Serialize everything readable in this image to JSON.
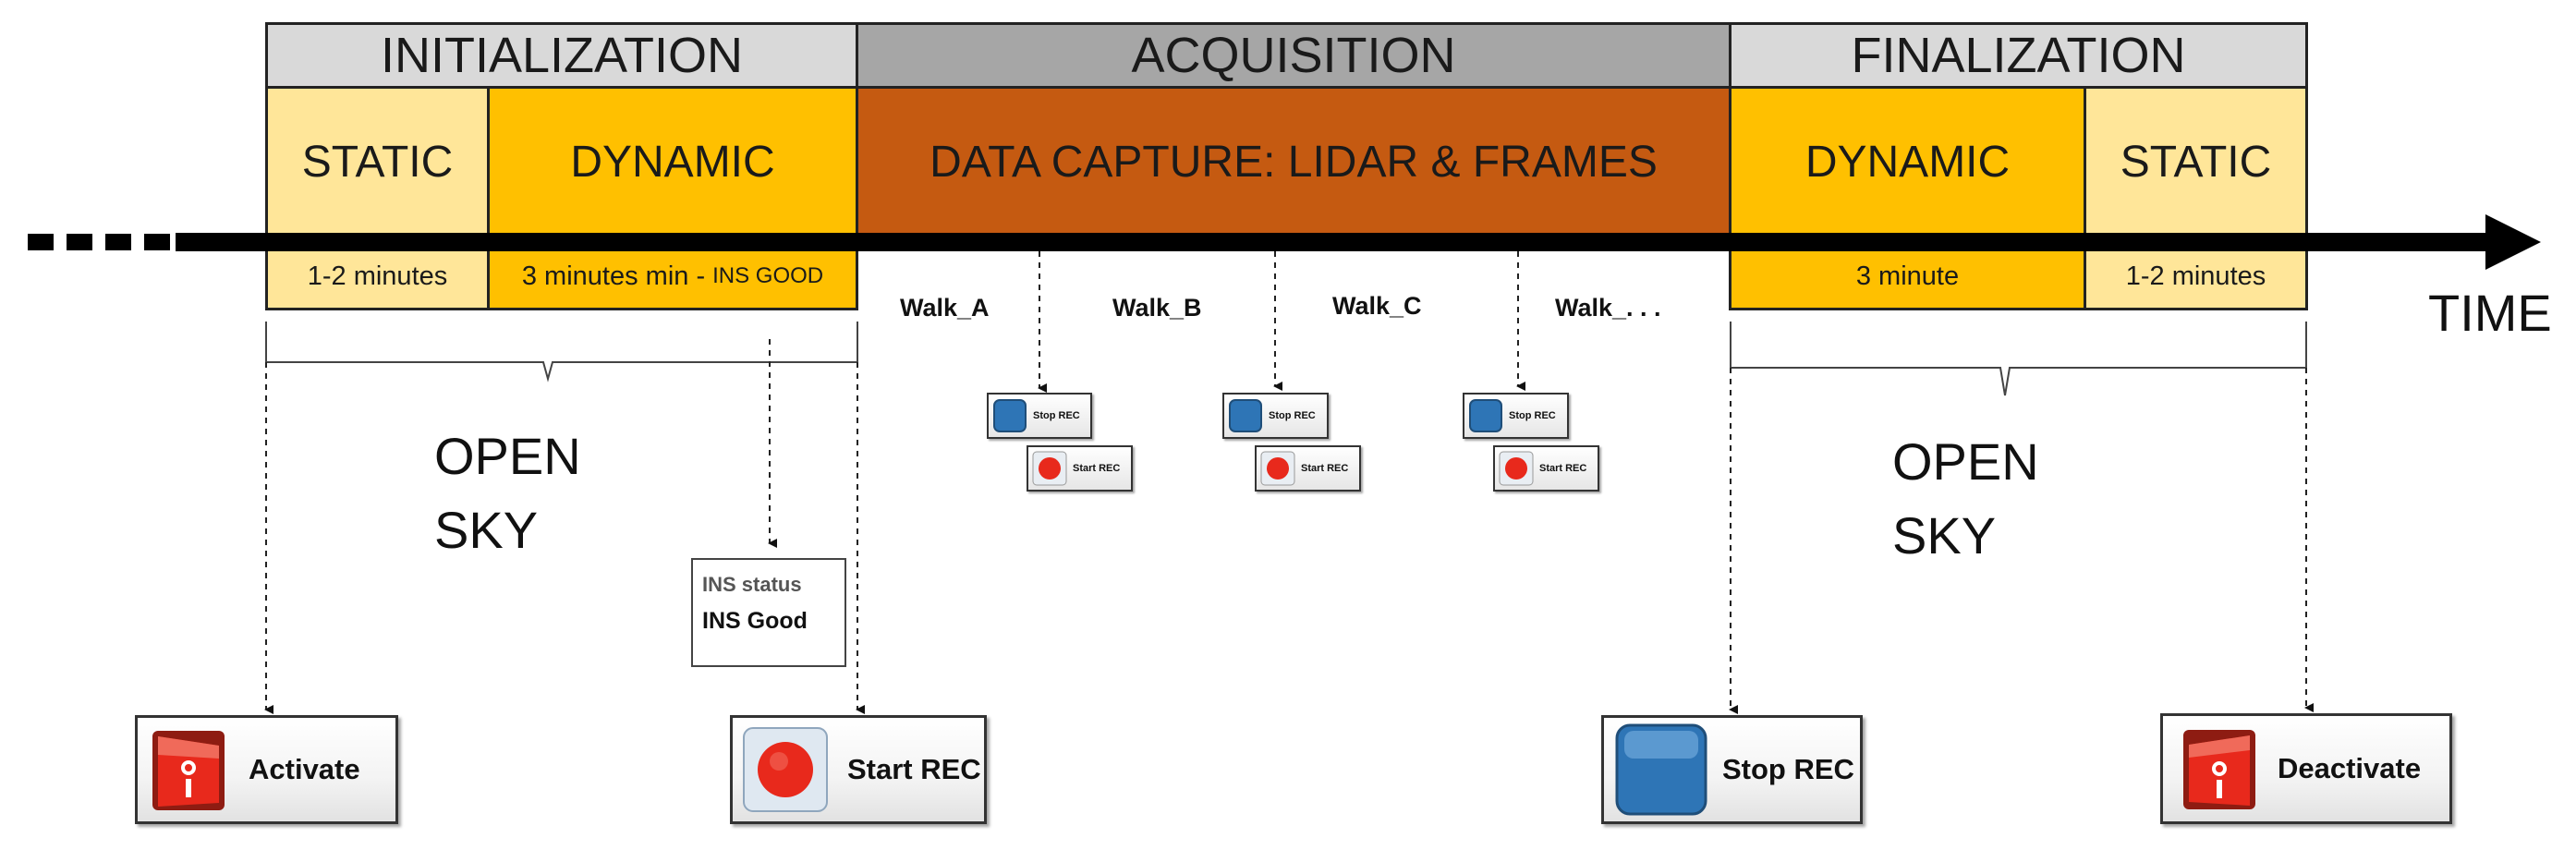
{
  "phases": {
    "initialization": "INITIALIZATION",
    "acquisition": "ACQUISITION",
    "finalization": "FINALIZATION"
  },
  "subphases": {
    "init_static": "STATIC",
    "init_dynamic": "DYNAMIC",
    "data_capture": "DATA CAPTURE: LIDAR & FRAMES",
    "final_dynamic": "DYNAMIC",
    "final_static": "STATIC"
  },
  "durations": {
    "init_static": "1-2 minutes",
    "init_dynamic_main": "3 minutes min -",
    "init_dynamic_note": "INS GOOD",
    "final_dynamic": "3 minute",
    "final_static": "1-2 minutes"
  },
  "axis_label": "TIME",
  "walks": [
    "Walk_A",
    "Walk_B",
    "Walk_C",
    "Walk_. . ."
  ],
  "open_sky": {
    "left": [
      "OPEN",
      "SKY"
    ],
    "right": [
      "OPEN",
      "SKY"
    ]
  },
  "ins_status": {
    "title": "INS status",
    "value": "INS Good"
  },
  "buttons": {
    "activate": "Activate",
    "start_rec": "Start REC",
    "stop_rec": "Stop REC",
    "deactivate": "Deactivate"
  },
  "mini_buttons": {
    "stop": "Stop REC",
    "start": "Start REC"
  },
  "colors": {
    "phase_light": "#d9d9d9",
    "phase_dark": "#a6a6a6",
    "static_fill": "#ffe699",
    "dynamic_fill": "#ffc000",
    "capture_fill": "#c55a11",
    "record_red": "#e8291c",
    "stop_blue": "#2e75b6"
  }
}
